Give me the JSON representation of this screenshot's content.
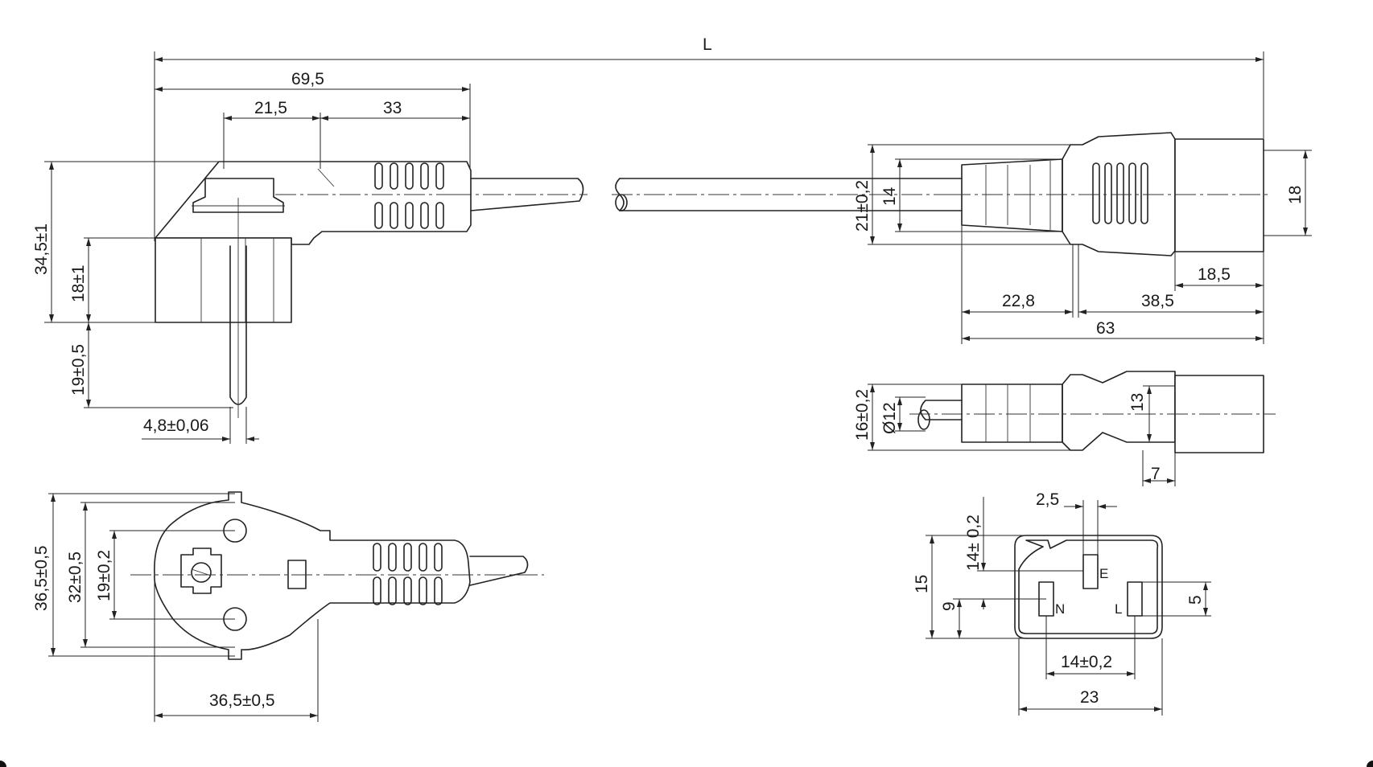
{
  "dimensions": {
    "overall_length": "L",
    "plug_side_length": "69,5",
    "plug_grip_offset": "21,5",
    "plug_grip_length": "33",
    "plug_height": "34,5±1",
    "plug_body_height": "18±1",
    "pin_length": "19±0,5",
    "pin_diameter": "4,8±0,06",
    "face_height_outer": "36,5±0,5",
    "face_height_inner": "32±0,5",
    "pin_spacing": "19±0,2",
    "face_width": "36,5±0,5",
    "connector_body_height": "21±0,2",
    "connector_neck_height": "14",
    "connector_head_height": "18",
    "connector_head_length": "18,5",
    "connector_sleeve_length": "22,8",
    "connector_grip_length": "38,5",
    "connector_total_length": "63",
    "side_body_height": "16±0,2",
    "cable_diameter": "Ø12",
    "side_head_height": "13",
    "side_lip_length": "7",
    "socket_slot_width": "2,5",
    "socket_earth_offset": "14± 0,2",
    "socket_height": "15",
    "socket_line_offset": "9",
    "socket_slot_height": "5",
    "socket_pin_spacing": "14±0,2",
    "socket_width": "23"
  },
  "contacts": {
    "earth": "E",
    "neutral": "N",
    "line": "L"
  }
}
